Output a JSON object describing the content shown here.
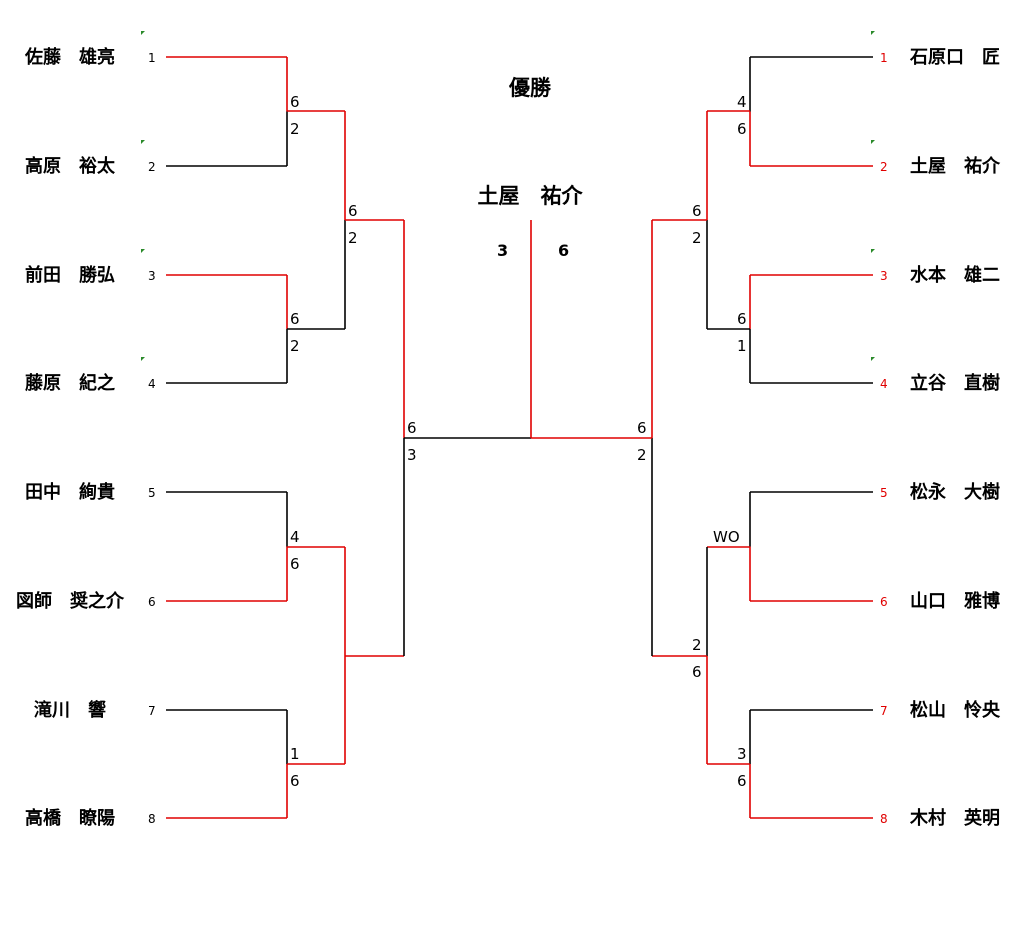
{
  "title": "優勝",
  "champion": "土屋　祐介",
  "final_scores": [
    "3",
    "6"
  ],
  "left": {
    "players": [
      {
        "seed": "1",
        "name": "佐藤　雄亮"
      },
      {
        "seed": "2",
        "name": "高原　裕太"
      },
      {
        "seed": "3",
        "name": "前田　勝弘"
      },
      {
        "seed": "4",
        "name": "藤原　紀之"
      },
      {
        "seed": "5",
        "name": "田中　絢貴"
      },
      {
        "seed": "6",
        "name": "図師　奨之介"
      },
      {
        "seed": "7",
        "name": "滝川　響"
      },
      {
        "seed": "8",
        "name": "高橋　瞭陽"
      }
    ],
    "r1_scores": [
      [
        "6",
        "2"
      ],
      [
        "6",
        "2"
      ],
      [
        "4",
        "6"
      ],
      [
        "1",
        "6"
      ]
    ],
    "r2_scores": [
      [
        "6",
        "2"
      ]
    ],
    "sf_scores": [
      "6",
      "3"
    ]
  },
  "right": {
    "players": [
      {
        "seed": "1",
        "name": "石原口　匠"
      },
      {
        "seed": "2",
        "name": "土屋　祐介"
      },
      {
        "seed": "3",
        "name": "水本　雄二"
      },
      {
        "seed": "4",
        "name": "立谷　直樹"
      },
      {
        "seed": "5",
        "name": "松永　大樹"
      },
      {
        "seed": "6",
        "name": "山口　雅博"
      },
      {
        "seed": "7",
        "name": "松山　怜央"
      },
      {
        "seed": "8",
        "name": "木村　英明"
      }
    ],
    "r1_scores": [
      [
        "4",
        "6"
      ],
      [
        "6",
        "1"
      ],
      [
        "WO",
        ""
      ],
      [
        "3",
        "6"
      ]
    ],
    "r2_scores": [
      [
        "6",
        "2"
      ],
      [
        "2",
        "6"
      ]
    ],
    "sf_scores": [
      "6",
      "2"
    ]
  },
  "colors": {
    "winner_line": "#e00000",
    "loser_line": "#000000",
    "right_seed": "#e00000",
    "left_seed": "#000000"
  }
}
